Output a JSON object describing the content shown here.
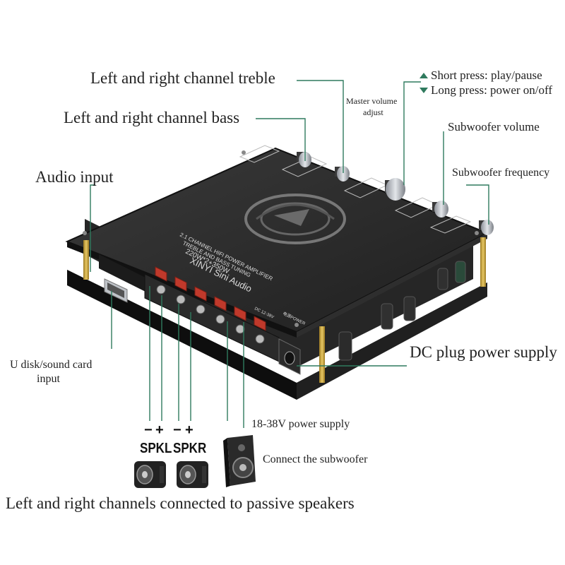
{
  "labels": {
    "treble": "Left and right channel treble",
    "bass": "Left and right channel bass",
    "audio_input": "Audio input",
    "master_volume_line1": "Master volume",
    "master_volume_line2": "adjust",
    "short_press": "Short press: play/pause",
    "long_press": "Long press: power on/off",
    "subwoofer_volume": "Subwoofer volume",
    "subwoofer_frequency": "Subwoofer frequency",
    "dc_plug": "DC plug power supply",
    "udisk_line1": "U disk/sound card",
    "udisk_line2": "input",
    "power_supply": "18-38V power supply",
    "connect_subwoofer": "Connect the subwoofer",
    "passive_speakers": "Left and right channels connected to passive speakers",
    "spkl": "SPKL",
    "spkr": "SPKR",
    "minus": "−",
    "plus": "+"
  },
  "board": {
    "brand": "XINYI Sini Audio",
    "power_spec": "220W*2+350W",
    "line1": "TREBLE AND BASS TUNING",
    "line2": "2.1 CHANNEL HIFI POWER AMPLIFIER",
    "dc_label": "DC 12-38V",
    "power_label": "电源POWER"
  },
  "colors": {
    "leader": "#2f7a5e",
    "board_top": "#2b2b2b",
    "board_pcb": "#1c1c1c",
    "terminal_red": "#c0392b",
    "gold": "#c9a43a",
    "knob": "#b8bcc2"
  }
}
